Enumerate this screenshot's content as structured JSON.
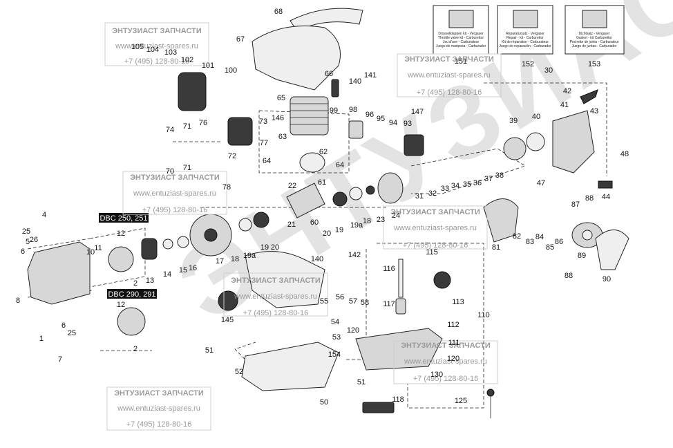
{
  "watermark": {
    "title": "ЭНТУЗИАСТ ЗАПЧАСТИ",
    "url": "www.entuziast-spares.ru",
    "phone": "+7 (495) 128-80-16",
    "logo_text": "ЭНТУЗИАСТ"
  },
  "model_tags": [
    "DBC 250, 251",
    "DBC 290, 291"
  ],
  "kit_boxes": [
    {
      "number": "151",
      "caption": [
        "Drosselklappen kit - Vergaser",
        "Throttle valve kit - Carburettor",
        "Jeu d'axe - Carburateur",
        "Juego de mariposa - Carburador"
      ]
    },
    {
      "number": "152",
      "caption": [
        "Reparatursatz - Vergaser",
        "Repair - kit - Carburettor",
        "Kit de réparation - Carburateur",
        "Juego de reparación - Carburador"
      ]
    },
    {
      "number": "153",
      "caption": [
        "Dichtsatz - Vergaser",
        "Gasket - kit Carburettor",
        "Pochette de joints - Carburateur",
        "Juego de juntas - Carburador"
      ]
    }
  ],
  "part_numbers": [
    "1",
    "2",
    "2",
    "4",
    "5",
    "6",
    "6",
    "7",
    "8",
    "10",
    "11",
    "12",
    "12",
    "13",
    "14",
    "15",
    "16",
    "17",
    "18",
    "18",
    "19",
    "19",
    "19a",
    "19a",
    "20",
    "20",
    "21",
    "22",
    "23",
    "24",
    "25",
    "25",
    "26",
    "30",
    "31",
    "32",
    "33",
    "34",
    "35",
    "36",
    "37",
    "38",
    "39",
    "40",
    "41",
    "42",
    "43",
    "44",
    "47",
    "48",
    "50",
    "51",
    "51",
    "52",
    "53",
    "54",
    "55",
    "56",
    "57",
    "58",
    "60",
    "61",
    "62",
    "63",
    "64",
    "64",
    "65",
    "66",
    "67",
    "68",
    "70",
    "71",
    "71",
    "72",
    "73",
    "74",
    "76",
    "77",
    "78",
    "81",
    "82",
    "83",
    "84",
    "85",
    "86",
    "87",
    "88",
    "88",
    "89",
    "90",
    "93",
    "94",
    "95",
    "96",
    "98",
    "99",
    "100",
    "101",
    "102",
    "103",
    "104",
    "105",
    "110",
    "111",
    "112",
    "113",
    "115",
    "116",
    "117",
    "118",
    "120",
    "120",
    "125",
    "130",
    "140",
    "140",
    "141",
    "142",
    "145",
    "146",
    "147",
    "154"
  ]
}
